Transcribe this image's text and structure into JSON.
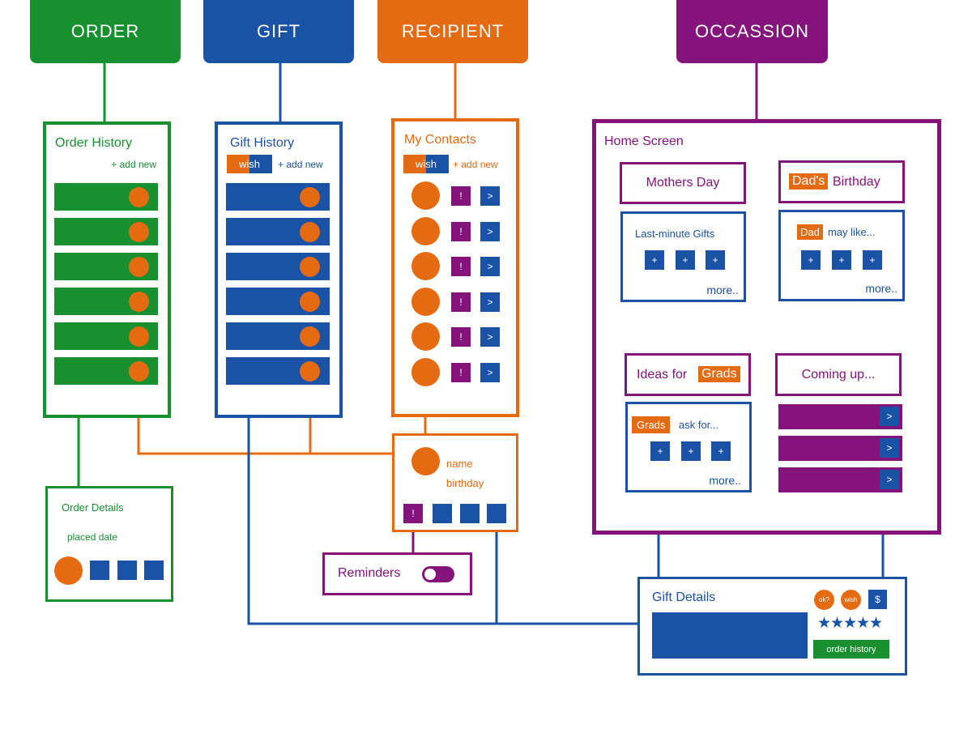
{
  "colors": {
    "green": "#18902f",
    "blue": "#1a52a5",
    "orange": "#e56b12",
    "purple": "#84137c"
  },
  "headers": {
    "order": "ORDER",
    "gift": "GIFT",
    "recipient": "RECIPIENT",
    "occasion": "OCCASSION"
  },
  "order_history": {
    "title": "Order History",
    "add_new": "+ add new",
    "rows": 6
  },
  "gift_history": {
    "title": "Gift History",
    "wish_tab": "wish",
    "add_new": "+ add new",
    "rows": 6
  },
  "contacts": {
    "title": "My Contacts",
    "wish_tab": "wish",
    "add_new": "+ add new",
    "alert_glyph": "!",
    "arrow_glyph": ">",
    "rows": 6
  },
  "contact_detail": {
    "name": "name",
    "birthday": "birthday",
    "alert_glyph": "!"
  },
  "order_details": {
    "title": "Order Details",
    "placed_date": "placed date"
  },
  "reminders": {
    "label": "Reminders"
  },
  "home_screen": {
    "title": "Home Screen",
    "mothers_day": "Mothers Day",
    "dads_birthday_highlight": "Dad's",
    "dads_birthday_rest": "Birthday",
    "last_minute": "Last-minute Gifts",
    "dad_highlight": "Dad",
    "dad_may_like": "may like...",
    "ideas_for": "Ideas for",
    "grads": "Grads",
    "grads_ask_for": "ask for...",
    "coming_up": "Coming up...",
    "more": "more..",
    "plus_glyph": "+",
    "arrow_glyph": ">"
  },
  "gift_details": {
    "title": "Gift Details",
    "ok_badge": "ok?",
    "wish_badge": "wish",
    "price_badge": "$",
    "order_history_button": "order history",
    "rating_stars": 5
  }
}
